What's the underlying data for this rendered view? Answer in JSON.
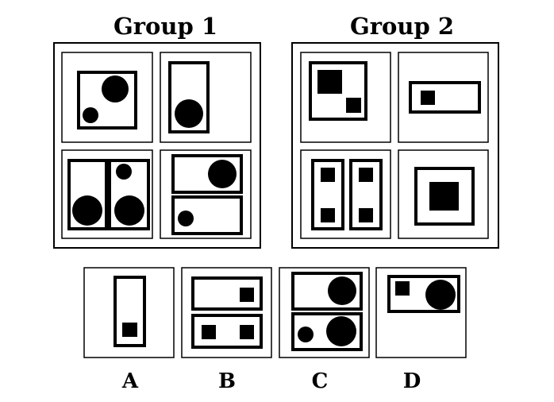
{
  "groups": [
    {
      "title": "Group 1"
    },
    {
      "title": "Group 2"
    }
  ],
  "options": [
    {
      "label": "A"
    },
    {
      "label": "B"
    },
    {
      "label": "C"
    },
    {
      "label": "D"
    }
  ]
}
